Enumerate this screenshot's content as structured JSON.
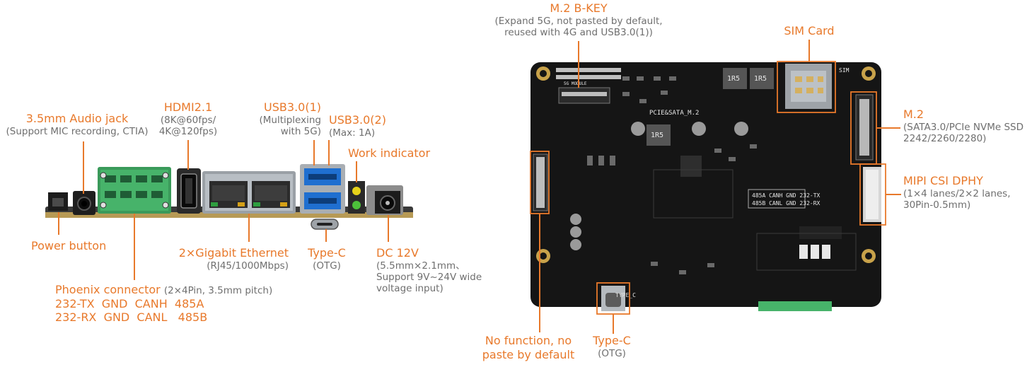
{
  "labels": {
    "audio": {
      "title": "3.5mm Audio jack",
      "sub": "(Support MIC recording, CTIA)"
    },
    "hdmi": {
      "title": "HDMI2.1",
      "sub1": "(8K@60fps/",
      "sub2": "4K@120fps)"
    },
    "usb1": {
      "title": "USB3.0(1)",
      "sub1": "(Multiplexing",
      "sub2": "with 5G)"
    },
    "usb2": {
      "title": "USB3.0(2)",
      "sub": "(Max: 1A)"
    },
    "work_indicator": {
      "title": "Work indicator"
    },
    "power_button": {
      "title": "Power button"
    },
    "ethernet": {
      "title": "2×Gigabit Ethernet",
      "sub": "(RJ45/1000Mbps)"
    },
    "typec_left": {
      "title": "Type-C",
      "sub": "(OTG)"
    },
    "dc": {
      "title": "DC 12V",
      "sub1": "(5.5mm×2.1mm、",
      "sub2": "Support 9V~24V wide",
      "sub3": "voltage input)"
    },
    "phoenix": {
      "title": "Phoenix connector",
      "sub": "(2×4Pin, 3.5mm pitch)",
      "line1": "232-TX  GND  CANH  485A",
      "line2": "232-RX  GND  CANL   485B"
    },
    "m2_bkey": {
      "title": "M.2 B-KEY",
      "sub1": "(Expand 5G, not pasted by default,",
      "sub2": "reused with 4G and USB3.0(1))"
    },
    "sim": {
      "title": "SIM Card"
    },
    "m2": {
      "title": "M.2",
      "sub1": "(SATA3.0/PCIe NVMe SSD",
      "sub2": "2242/2260/2280)"
    },
    "mipi": {
      "title": "MIPI CSI DPHY",
      "sub1": "(1×4 lanes/2×2 lanes,",
      "sub2": "30Pin-0.5mm)"
    },
    "nofunc": {
      "title1": "No function, no",
      "title2": "paste by default"
    },
    "typec_right": {
      "title": "Type-C",
      "sub": "(OTG)"
    }
  },
  "silkscreen": {
    "module": "5G MODULE",
    "pcie": "PCIE&SATA_M.2",
    "sim": "SIM",
    "pin_row1": "485A CANH GND  232-TX",
    "pin_row2": "485B CANL GND  232-RX",
    "typec": "TYPE_C",
    "inductor": "1R5"
  },
  "colors": {
    "accent": "#e8792b",
    "caption": "#6f6f6f",
    "board": "#151515",
    "connector_green": "#3a9a5a",
    "usb_blue": "#1f6fd0",
    "gold": "#c8a24a"
  }
}
